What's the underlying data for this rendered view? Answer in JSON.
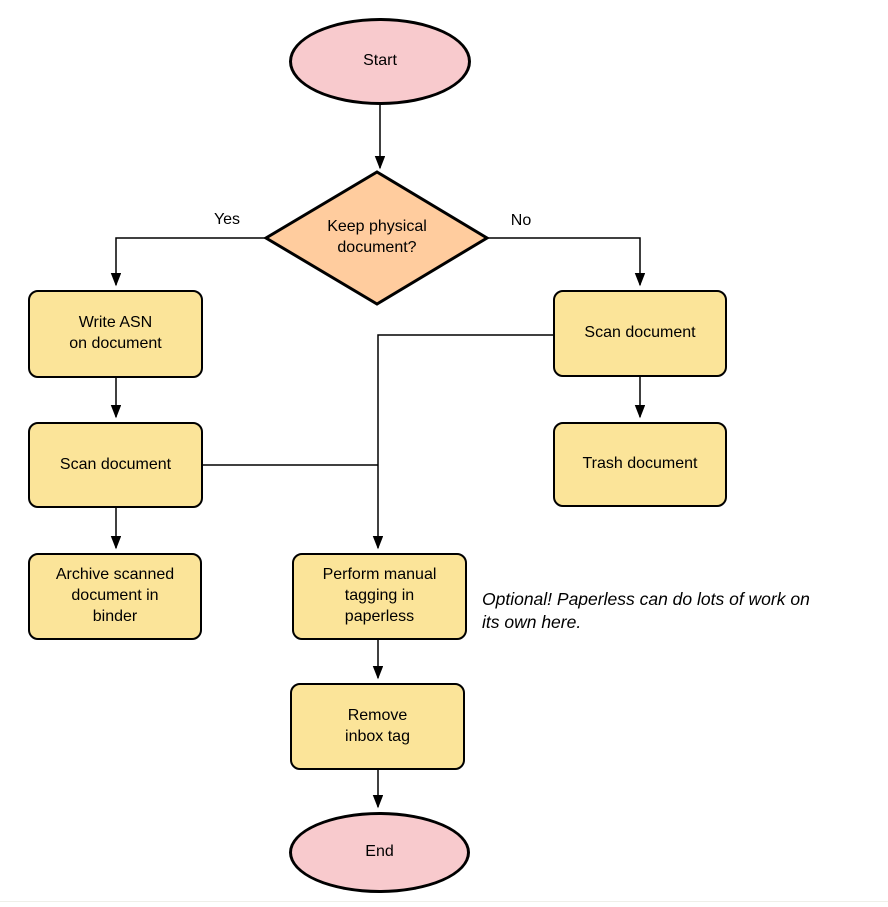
{
  "diagram": {
    "type": "flowchart",
    "colors": {
      "terminal_fill": "#F8CACD",
      "decision_fill": "#FFCC9E",
      "process_fill": "#FBE499",
      "stroke": "#000000",
      "background": "#FFFFFF"
    },
    "nodes": {
      "start": {
        "shape": "ellipse",
        "label": "Start"
      },
      "decision": {
        "shape": "diamond",
        "label": "Keep physical\ndocument?"
      },
      "write_asn": {
        "shape": "process",
        "label": "Write ASN\non document"
      },
      "scan_left": {
        "shape": "process",
        "label": "Scan document"
      },
      "archive": {
        "shape": "process",
        "label": "Archive scanned\ndocument in\nbinder"
      },
      "scan_right": {
        "shape": "process",
        "label": "Scan document"
      },
      "trash": {
        "shape": "process",
        "label": "Trash document"
      },
      "tagging": {
        "shape": "process",
        "label": "Perform manual\ntagging in\npaperless"
      },
      "remove_inbox": {
        "shape": "process",
        "label": "Remove\ninbox tag"
      },
      "end": {
        "shape": "ellipse",
        "label": "End"
      }
    },
    "edge_labels": {
      "yes": "Yes",
      "no": "No"
    },
    "annotations": {
      "optional_note": "Optional! Paperless can do lots of work on\nits own here."
    }
  }
}
